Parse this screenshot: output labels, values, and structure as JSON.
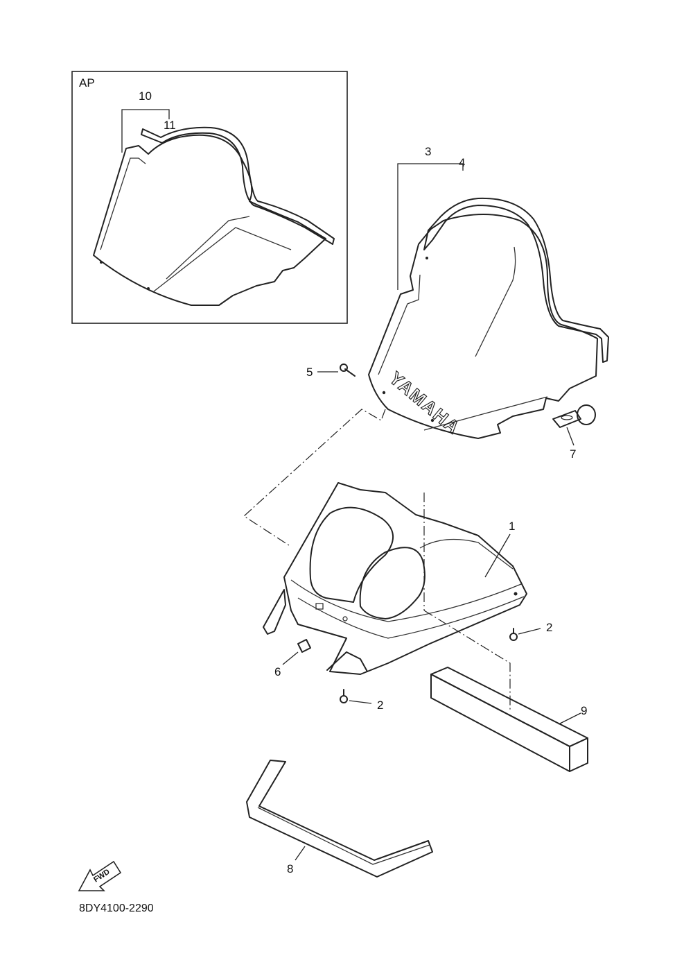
{
  "inset": {
    "label": "AP",
    "callouts": [
      "10",
      "11"
    ]
  },
  "callouts": {
    "c1": "1",
    "c2a": "2",
    "c2b": "2",
    "c3": "3",
    "c4": "4",
    "c5": "5",
    "c6": "6",
    "c7": "7",
    "c8": "8",
    "c9": "9"
  },
  "windshield_brand": "YAMAHA",
  "direction_marker": {
    "label": "FWD",
    "icon": "arrow-fwd-icon"
  },
  "diagram_code": "8DY4100-2290"
}
